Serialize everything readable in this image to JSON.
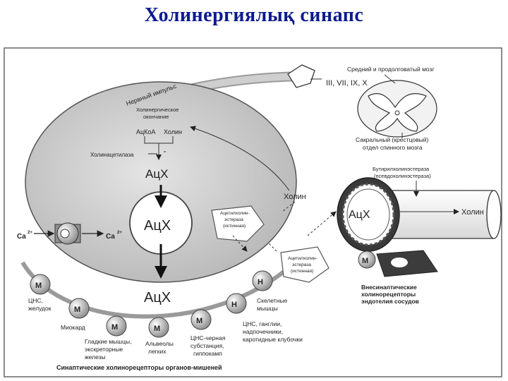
{
  "title": "Холинергиялық синапс",
  "labels": {
    "brain": "Средний и продолговатый мозг",
    "nerves": "III, VII, IX, X",
    "sacral": "Сакральный (крестцовый)",
    "sacral2": "отдел спинного мозга",
    "impulse": "Нервный импульс",
    "ending1": "Холинергическое",
    "ending2": "окончание",
    "acetylcoa": "АцКоА",
    "choline_small": "Холин",
    "chat": "Холинацетилаза",
    "ach_top": "АцХ",
    "ach_vesicle": "АцХ",
    "ach_cleft": "АцХ",
    "choline": "Холин",
    "choline_right": "Холин",
    "ca_left": "Ca",
    "ca_right": "Ca",
    "ca_charge": "2+",
    "ache_true1": "Ацетилхолин-",
    "ache_true2": "эстераза",
    "ache_true3": "(истинная)",
    "ache_false1": "Ацетилхолин-",
    "ache_false2": "эстераза",
    "ache_false3": "(истинная)",
    "buche1": "Бутирилхолинэстераза",
    "buche2": "(псевдохолинэстераза)",
    "ach_vessel": "АцХ",
    "m3_vessel": "M",
    "extra1": "Внесинаптические",
    "extra2": "холинорецепторы",
    "extra3": "эндотелия сосудов",
    "caption": "Синаптические холинорецепторы органов-мишеней",
    "receptors": {
      "m1": "M",
      "m2": "M",
      "m3": "M",
      "m4": "M",
      "m5": "M",
      "nm1": "H",
      "nm2": "H"
    },
    "organs": {
      "cns_stomach": "ЦНС,",
      "cns_stomach2": "желудок",
      "myocard": "Миокард",
      "smooth1": "Гладкие мышцы,",
      "smooth2": "экскреторные",
      "smooth3": "железы",
      "alveoli1": "Альвеолы",
      "alveoli2": "легких",
      "cns_black1": "ЦНС-черная",
      "cns_black2": "субстанция,",
      "cns_black3": "гиппокамп",
      "ganglia1": "ЦНС, ганглии,",
      "ganglia2": "надпочечники,",
      "ganglia3": "каротидные клубочки",
      "skeletal1": "Скелетные",
      "skeletal2": "мышцы"
    }
  }
}
